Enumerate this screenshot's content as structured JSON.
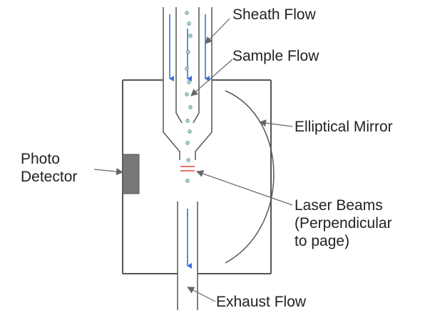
{
  "labels": {
    "sheath_flow": "Sheath Flow",
    "sample_flow": "Sample Flow",
    "elliptical_mirror": "Elliptical Mirror",
    "photo_detector": [
      "Photo",
      "Detector"
    ],
    "laser_beams": [
      "Laser Beams",
      "(Perpendicular",
      "to page)"
    ],
    "exhaust_flow": "Exhaust Flow"
  },
  "colors": {
    "stroke": "#555555",
    "flow_arrow": "#3a6fe0",
    "laser": "#e0463a",
    "detector": "#777777",
    "particle_fill": "#b9e3d8",
    "particle_stroke": "#5a8a80"
  }
}
